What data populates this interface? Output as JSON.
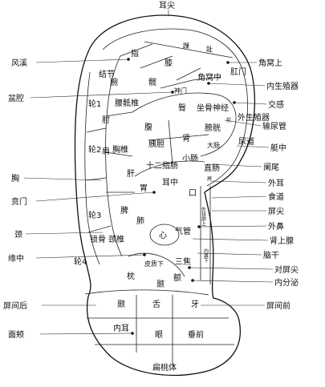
{
  "top_label": "耳尖",
  "left_labels": [
    "风溪",
    "盆腔",
    "胸",
    "贲门",
    "颈",
    "缘中",
    "屏间后",
    "面颊"
  ],
  "right_labels": [
    "角窝上",
    "内生殖器",
    "交感",
    "输尿管",
    "艇中",
    "阑尾",
    "外耳",
    "食道",
    "屏尖",
    "外鼻",
    "肾上腺",
    "脑干",
    "对屏尖",
    "内分泌",
    "屏间前"
  ],
  "regions": {
    "zhi": "指",
    "xi": "膝",
    "gui": "踝",
    "zhi2": "趾",
    "jiejie": "结节",
    "wan": "腕",
    "kuan": "髋",
    "jiaowozhong": "角窝中",
    "gangmen": "肛门",
    "shenmen": "神门",
    "tun": "臀",
    "zuogushenjing": "坐骨神经",
    "waishengzhiqi": "外生殖器",
    "lun1": "轮1",
    "zhou": "肘",
    "yaodizhui": "腰骶椎",
    "fu": "腹",
    "pangguang": "膀胱",
    "qian": "前",
    "niaodao": "尿道",
    "yidan": "胰胆",
    "shen": "肾",
    "dachang": "大肠",
    "lun2": "轮2",
    "jian": "肩",
    "xiongzhui": "胸椎",
    "gan": "肝",
    "shierzhichang": "十二指肠",
    "xiaochang": "小肠",
    "zhichang": "直肠",
    "wei": "胃",
    "erzhong": "耳中",
    "kou": "口",
    "lun3": "轮3",
    "pi": "脾",
    "fei": "肺",
    "xin": "心",
    "qiguan": "气管",
    "sanjiao": "三焦",
    "lun4": "轮4",
    "suogu": "锁骨",
    "jingzhui": "颈椎",
    "zhen": "枕",
    "pizhixia": "皮质下",
    "nie": "颞",
    "e": "额",
    "nie2": "颞",
    "she": "舌",
    "ya": "牙",
    "neier": "内耳",
    "yan": "眼",
    "chuiqian": "垂前",
    "biantaoti": "扁桃体",
    "erpingshang": "外耳屏上",
    "biduan": "内鼻下",
    "ping": "屏"
  },
  "colors": {
    "ink": "#111111",
    "paper": "#ffffff"
  }
}
